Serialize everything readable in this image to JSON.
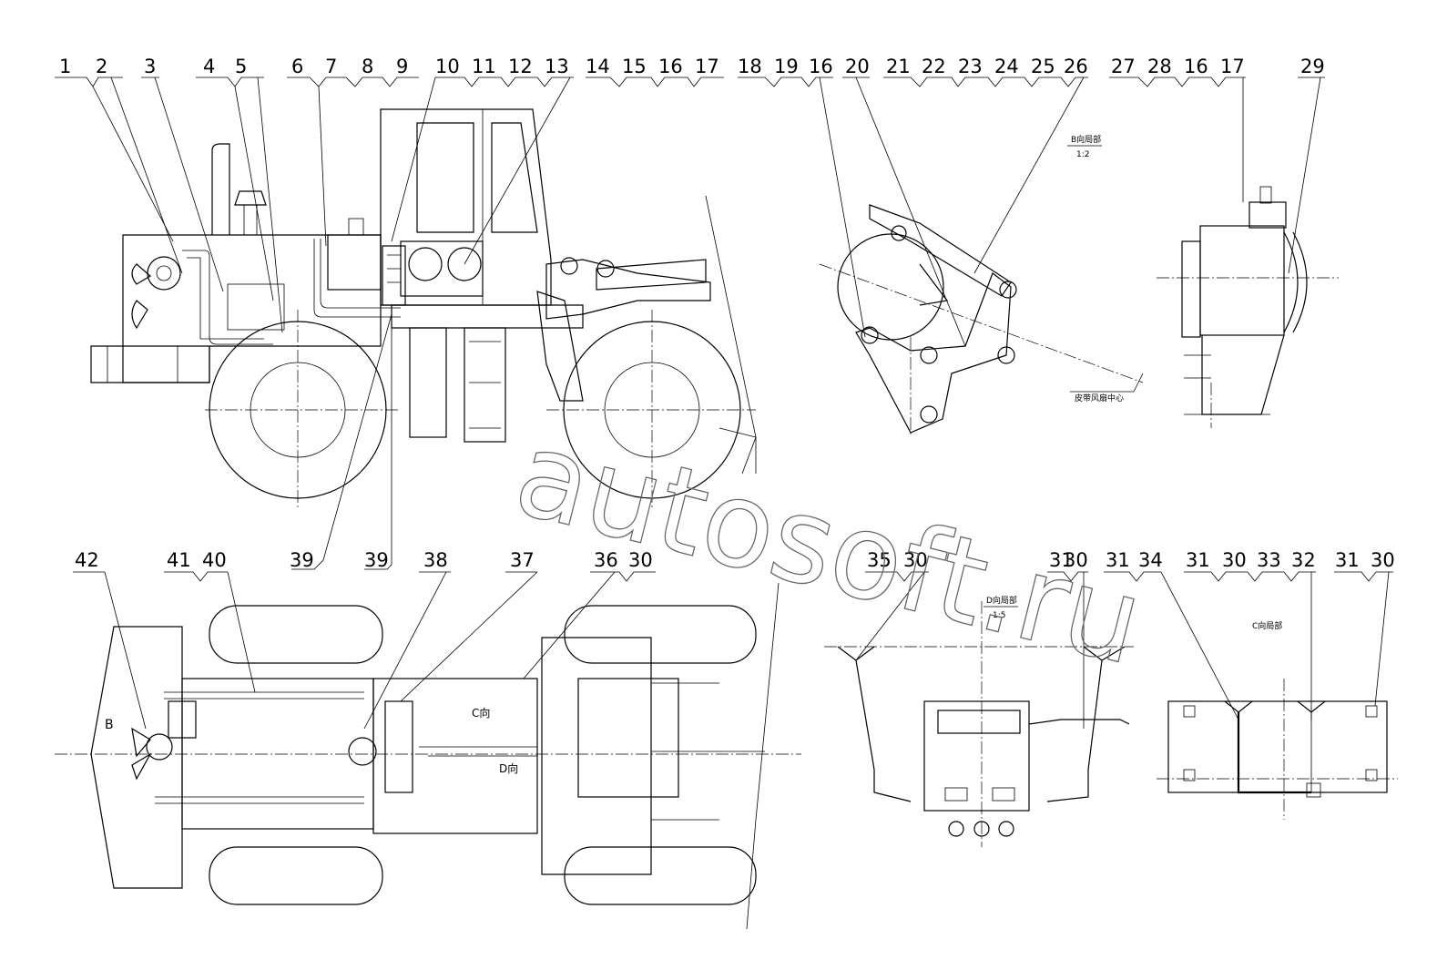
{
  "callouts": {
    "c1": "1",
    "c2": "2",
    "c3": "3",
    "c4": "4",
    "c5": "5",
    "c6": "6",
    "c7": "7",
    "c8": "8",
    "c9": "9",
    "c10": "10",
    "c11": "11",
    "c12": "12",
    "c13": "13",
    "c14": "14",
    "c15": "15",
    "c16": "16",
    "c17": "17",
    "c18": "18",
    "c19": "19",
    "c16b": "16",
    "c20": "20",
    "c21": "21",
    "c22": "22",
    "c23": "23",
    "c24": "24",
    "c25": "25",
    "c26": "26",
    "c27": "27",
    "c28": "28",
    "c16c": "16",
    "c17b": "17",
    "c29": "29",
    "c39a": "39",
    "c39b": "39",
    "c42": "42",
    "c41": "41",
    "c40": "40",
    "c38": "38",
    "c37": "37",
    "c36": "36",
    "c30a": "30",
    "c35": "35",
    "c30b": "30",
    "c31a": "31",
    "c30c": "30",
    "c31b": "31",
    "c34": "34",
    "c31c": "31",
    "c30d": "30",
    "c33": "33",
    "c32": "32",
    "c31d": "31",
    "c30e": "30"
  },
  "view_labels": {
    "b_view": "B向局部",
    "b_scale": "1:2",
    "belt_note": "皮带风扇中心",
    "d_view": "D向局部",
    "d_scale": "1:5",
    "c_view": "C向局部",
    "c_arrow": "C向",
    "d_arrow": "D向",
    "b_mark": "B"
  },
  "watermark": "autosoft.ru"
}
